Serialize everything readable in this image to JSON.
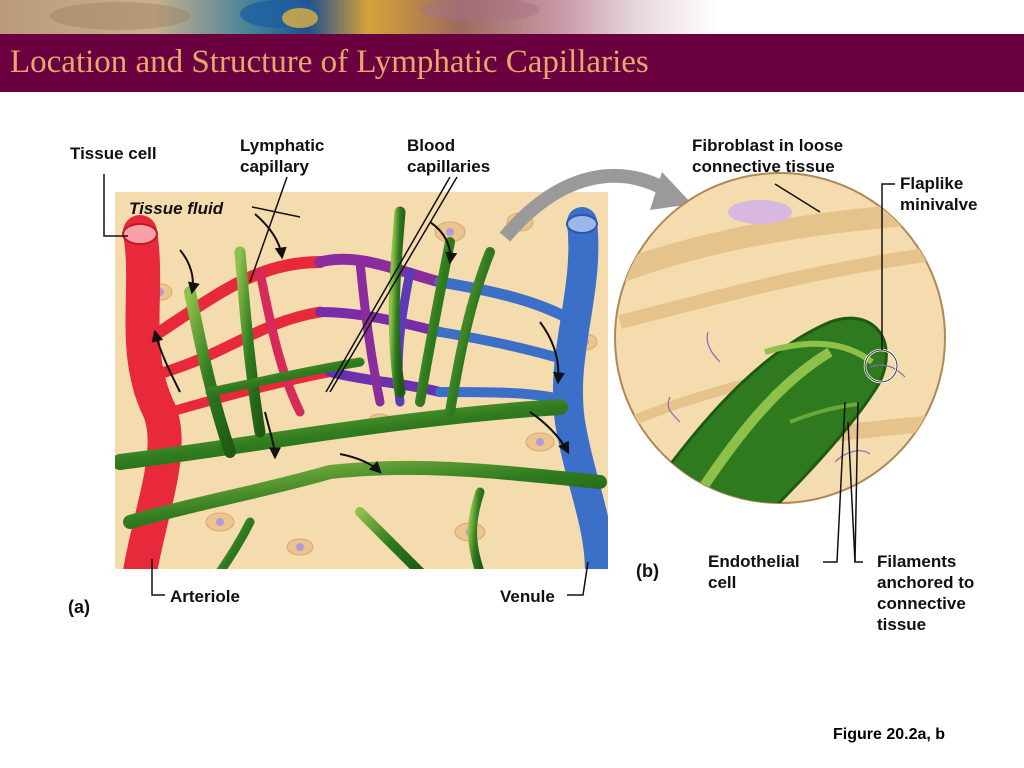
{
  "slide": {
    "title": "Location and Structure of Lymphatic Capillaries",
    "caption": "Figure 20.2a, b"
  },
  "figure": {
    "panel_a": {
      "tag": "(a)",
      "labels": {
        "tissue_cell": "Tissue cell",
        "tissue_fluid": "Tissue fluid",
        "lymphatic_capillary_l1": "Lymphatic",
        "lymphatic_capillary_l2": "capillary",
        "blood_capillaries_l1": "Blood",
        "blood_capillaries_l2": "capillaries",
        "arteriole": "Arteriole",
        "venule": "Venule"
      }
    },
    "panel_b": {
      "tag": "(b)",
      "labels": {
        "fibroblast_l1": "Fibroblast in loose",
        "fibroblast_l2": "connective tissue",
        "flaplike_l1": "Flaplike",
        "flaplike_l2": "minivalve",
        "endothelial_l1": "Endothelial",
        "endothelial_l2": "cell",
        "filaments_l1": "Filaments",
        "filaments_l2": "anchored to",
        "filaments_l3": "connective",
        "filaments_l4": "tissue"
      }
    }
  },
  "colors": {
    "title_bar": "#6b0040",
    "title_text": "#e6a86a",
    "tissue_bg": "#f4dcae",
    "artery": "#e8293b",
    "vein": "#3b6fc8",
    "lymphatic": "#4e8f2c"
  }
}
